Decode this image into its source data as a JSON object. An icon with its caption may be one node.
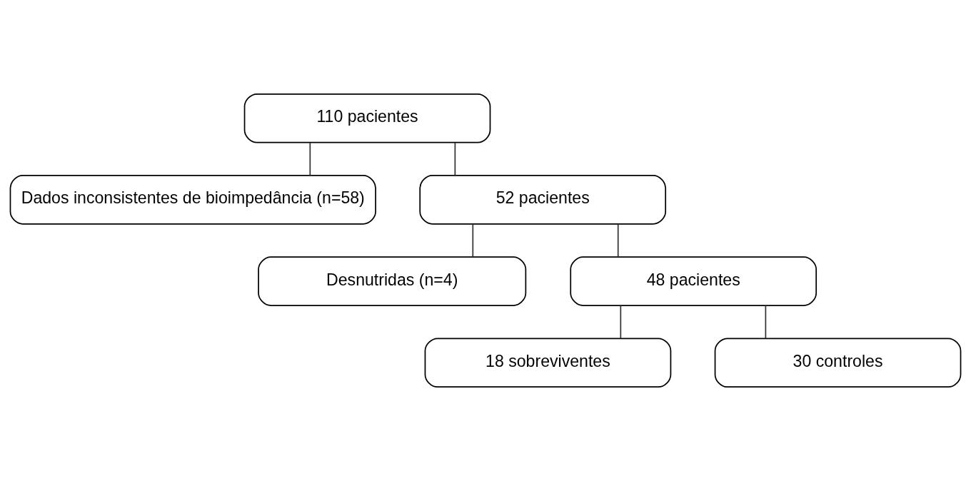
{
  "diagram": {
    "nodes": [
      {
        "text": [
          "110 pacientes"
        ]
      },
      {
        "text": [
          "Dados inconsistentes de bioimpedância (n=58)"
        ]
      },
      {
        "text": [
          "52 pacientes"
        ]
      },
      {
        "text": [
          "Desnutridas (n=4)"
        ]
      },
      {
        "text": [
          "48 pacientes"
        ]
      },
      {
        "text": [
          "18 sobreviventes"
        ]
      },
      {
        "text": [
          "30 controles"
        ]
      }
    ],
    "edges": [
      {
        "from": 0,
        "to": 2,
        "arrow": "none"
      },
      {
        "from": 0,
        "to": 1,
        "arrow": "none"
      },
      {
        "from": 2,
        "to": 4,
        "arrow": "none"
      },
      {
        "from": 2,
        "to": 3,
        "arrow": "none"
      },
      {
        "from": 4,
        "to": 5,
        "arrow": "none"
      },
      {
        "from": 4,
        "to": 6,
        "arrow": "none"
      }
    ]
  }
}
